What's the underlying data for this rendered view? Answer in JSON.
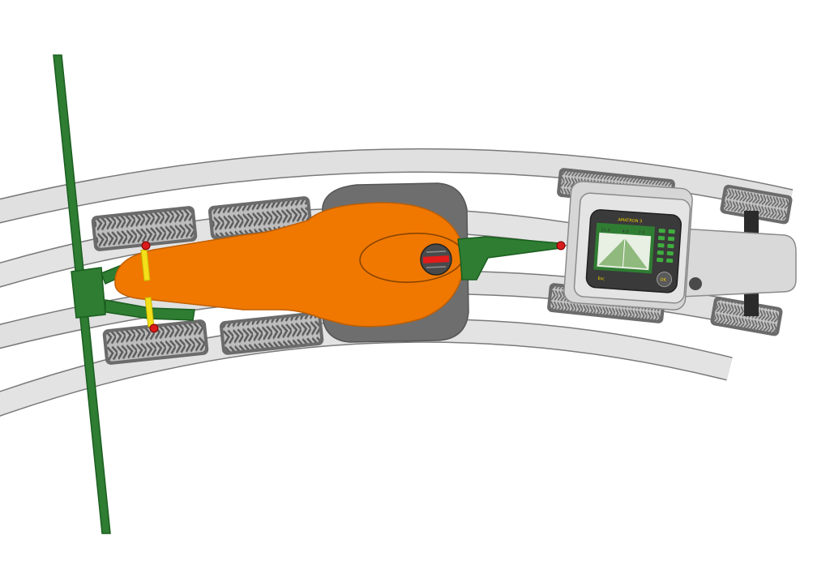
{
  "diagram": {
    "subject": "tractor-with-trailed-sprayer-axle-steering",
    "terminal": {
      "brand_text": "AMATRON 3",
      "key_labels": [
        "Esc",
        "OK"
      ],
      "screen_values": [
        "21.0",
        "4.0",
        "7.5"
      ]
    },
    "colors": {
      "sprayer_tank": "#f07800",
      "frame_green": "#2e7d32",
      "tyre_dark": "#6b6b6b",
      "tyre_fill": "#b9b9b9",
      "tractor_body": "#d9d9d9",
      "track_band": "#dedede",
      "track_edge": "#7a7a7a",
      "pivot_red": "#d81b1b",
      "cylinder_yellow": "#f4e01a",
      "terminal_screen": "#2f7d32"
    },
    "icons": [
      "boom",
      "tank",
      "axle-pivot",
      "steering-cylinder",
      "hitch-pivot",
      "control-terminal"
    ]
  }
}
